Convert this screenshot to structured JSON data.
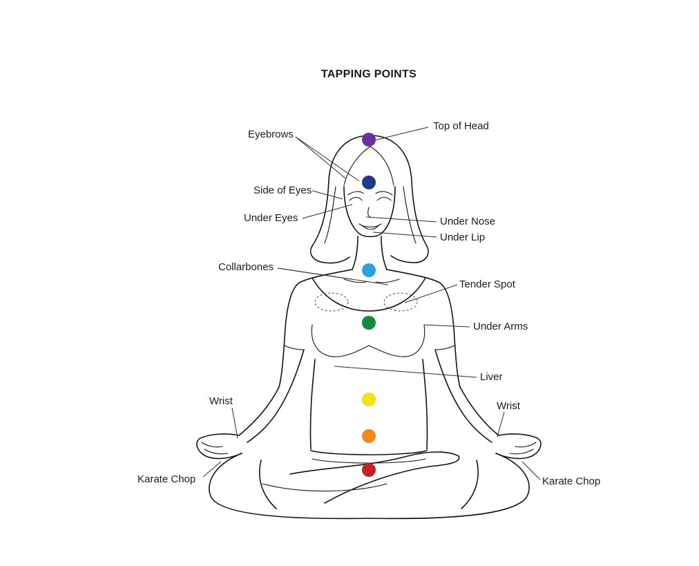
{
  "title": "TAPPING POINTS",
  "labels": {
    "top_of_head": "Top of Head",
    "eyebrows": "Eyebrows",
    "side_of_eyes": "Side of Eyes",
    "under_eyes": "Under Eyes",
    "under_nose": "Under Nose",
    "under_lip": "Under Lip",
    "collarbones": "Collarbones",
    "tender_spot": "Tender Spot",
    "under_arms": "Under Arms",
    "liver": "Liver",
    "wrist_left": "Wrist",
    "wrist_right": "Wrist",
    "karate_chop_left": "Karate Chop",
    "karate_chop_right": "Karate Chop"
  },
  "chakra_colors": {
    "crown": "#6b2fa0",
    "third_eye": "#1f3a8a",
    "throat": "#2aa3dd",
    "heart": "#138a3a",
    "solar_plexus": "#f2e21c",
    "sacral": "#f08a1c",
    "root": "#c8202a"
  }
}
